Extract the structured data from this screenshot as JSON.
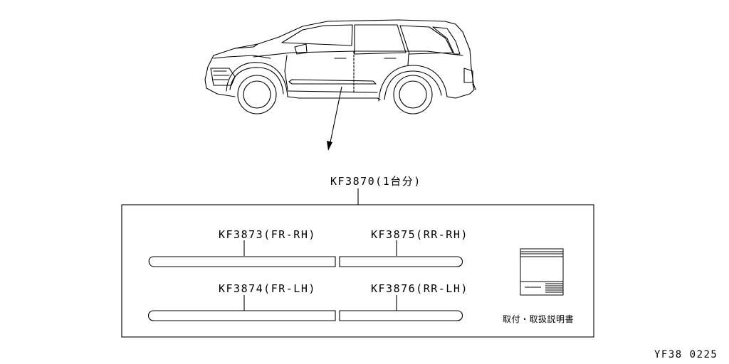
{
  "kit": {
    "part_number": "KF3870(1台分)"
  },
  "moldings": [
    {
      "id": "fr-rh",
      "label": "KF3873(FR-RH)"
    },
    {
      "id": "rr-rh",
      "label": "KF3875(RR-RH)"
    },
    {
      "id": "fr-lh",
      "label": "KF3874(FR-LH)"
    },
    {
      "id": "rr-lh",
      "label": "KF3876(RR-LH)"
    }
  ],
  "manual": {
    "label": "取付・取扱説明書"
  },
  "footer": {
    "code": "YF38 0225"
  },
  "colors": {
    "line": "#000000",
    "background": "#ffffff"
  },
  "icons": {
    "vehicle": "suv-side-view",
    "manual": "instruction-booklet-icon"
  }
}
